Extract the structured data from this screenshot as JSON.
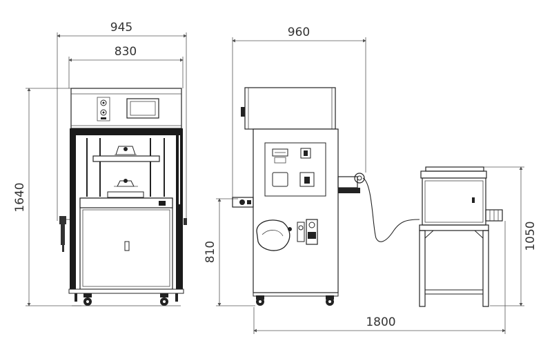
{
  "dimensions": {
    "front_outer_width": "945",
    "front_inner_width": "830",
    "front_height": "1640",
    "side_width": "960",
    "side_table_height": "810",
    "unit_height": "1050",
    "total_length": "1800"
  },
  "panel": {
    "title_text": "",
    "caption_text": ""
  },
  "colors": {
    "line": "#222222",
    "dimension": "#555555",
    "fill": "#ffffff",
    "dark": "#1a1a1a"
  }
}
